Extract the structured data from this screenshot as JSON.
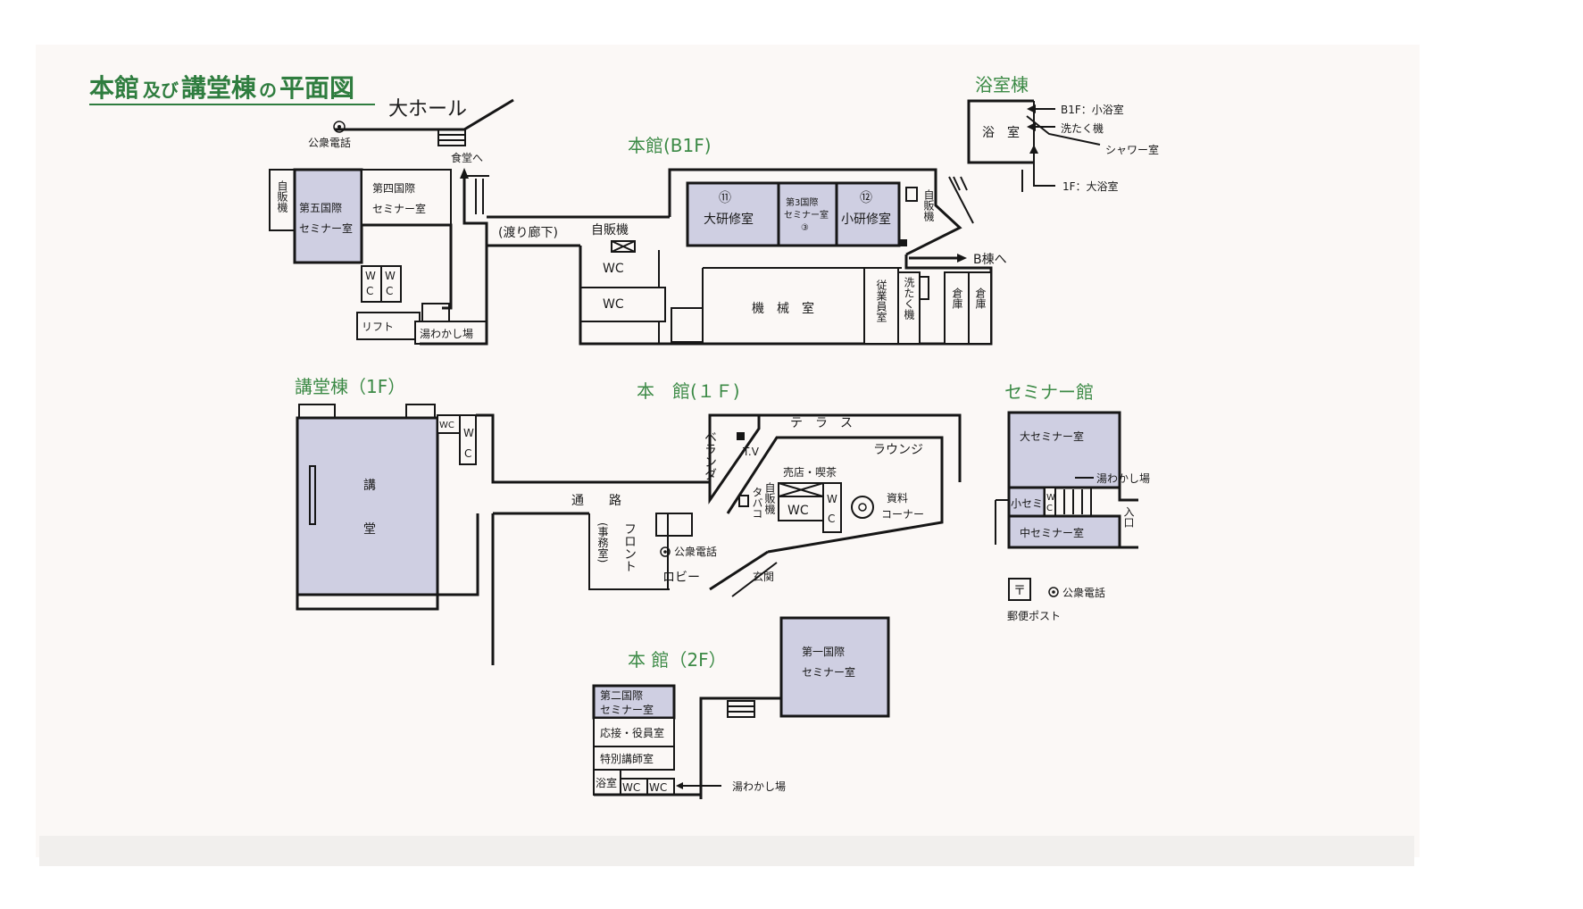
{
  "title": {
    "main": "本館",
    "and": "及び",
    "rest": "講堂棟",
    "no": "の",
    "end": "平面図"
  },
  "sections": {
    "b1f": "本館(B1F)",
    "kodo_1f": "講堂棟（1F）",
    "honkan_1f": "本　館(１Ｆ)",
    "honkan_2f": "本 館（2F）",
    "seminar_kan": "セミナー館",
    "yokushitsu": "浴室棟"
  },
  "b1f": {
    "dai_hall": "大ホール",
    "public_phone": "公衆電話",
    "to_dining": "食堂へ",
    "vending_left": "自販機",
    "seminar5": "第五国際\nセミナー室",
    "seminar4": "第四国際\nセミナー室",
    "wc1": "WC",
    "wc2": "WC",
    "lift": "リフト",
    "kitchenette": "湯わかし場",
    "corridor": "(渡り廊下)",
    "vending_mid": "自販機",
    "wc_a": "WC",
    "wc_b": "WC",
    "room11_num": "⑪",
    "room11": "大研修室",
    "seminar3": "第3国際\nセミナー室\n③",
    "room12_num": "⑫",
    "room12": "小研修室",
    "vending_right": "自販機",
    "to_b": "B棟へ",
    "machine": "機　械　室",
    "staff": "従業員室",
    "laundry": "洗たく機",
    "storage1": "倉庫",
    "storage2": "倉庫"
  },
  "bath": {
    "bath_room": "浴　室",
    "small_bath": "B1F：小浴室",
    "washer": "洗たく機",
    "shower": "シャワー室",
    "big_bath": "1F：大浴室"
  },
  "kodo": {
    "hall": "講",
    "hall2": "堂",
    "wc_top": "WC",
    "wc_side": "W\nC"
  },
  "honkan1f": {
    "passage": "通　　路",
    "veranda": "ベランダ",
    "terrace": "テ　ラ　ス",
    "tv": "T.V",
    "lounge": "ラウンジ",
    "shop": "売店・喫茶",
    "tobacco": "タバコ",
    "vending": "自販機",
    "wc": "WC",
    "wc_v": "W\nC",
    "reference": "資料\nコーナー",
    "front": "フロント",
    "office": "(事務室)",
    "public_phone": "公衆電話",
    "lobby": "ロビー",
    "entrance": "玄関"
  },
  "seminar_kan": {
    "large": "大セミナー室",
    "kitchenette": "湯わかし場",
    "small": "小セミ",
    "wc": "W\nC",
    "medium": "中セミナー室",
    "entrance": "入口",
    "post_symbol": "〒",
    "post": "郵便ポスト",
    "phone": "公衆電話"
  },
  "honkan2f": {
    "seminar1": "第一国際\nセミナー室",
    "seminar2": "第二国際\nセミナー室",
    "reception": "応接・役員室",
    "lecturer": "特別講師室",
    "bath": "浴室",
    "wc1": "WC",
    "wc2": "WC",
    "kitchenette": "湯わかし場"
  },
  "colors": {
    "shade": "#cfcfe2",
    "title": "#2f7d3f",
    "section": "#3c8a46",
    "line": "#161616"
  }
}
